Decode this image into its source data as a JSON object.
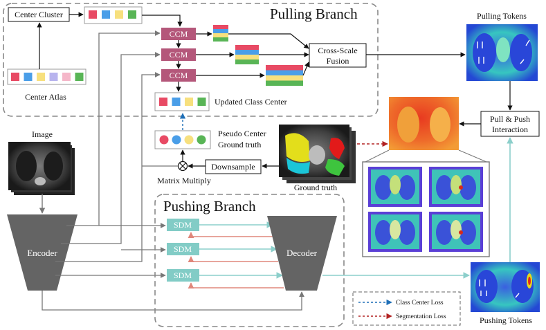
{
  "colors": {
    "ccm": "#b4577a",
    "sdm": "#82ccc6",
    "teal_arrow": "#8ccfcb",
    "red_arrow": "#e0877b",
    "blue_dash": "#1e6fb7",
    "red_dash": "#b22222",
    "trapezoid": "#646464"
  },
  "palette": {
    "atlas": [
      "#e84a64",
      "#4a9ee8",
      "#f7e07e",
      "#b8b4ee",
      "#f5b7c9",
      "#59b556"
    ],
    "cluster": [
      "#e84a64",
      "#4a9ee8",
      "#f7e07e",
      "#59b556"
    ],
    "pseudo_circles": [
      "#e84a64",
      "#4a9ee8",
      "#f7e07e",
      "#59b556"
    ]
  },
  "labels": {
    "center_cluster": "Center Cluster",
    "center_atlas": "Center Atlas",
    "pulling_branch": "Pulling Branch",
    "pushing_branch": "Pushing Branch",
    "ccm": "CCM",
    "sdm": "SDM",
    "cross_scale_1": "Cross-Scale",
    "cross_scale_2": "Fusion",
    "updated_class_center": "Updated Class Center",
    "pseudo_center_1": "Pseudo Center",
    "pseudo_center_2": "Ground truth",
    "image": "Image",
    "encoder": "Encoder",
    "decoder": "Decoder",
    "downsample": "Downsample",
    "matrix_multiply": "Matrix Multiply",
    "ground_truth": "Ground truth",
    "pulling_tokens": "Pulling Tokens",
    "pushing_tokens": "Pushing Tokens",
    "pull_push_1": "Pull & Push",
    "pull_push_2": "Interaction"
  },
  "legend": {
    "class_center_loss": "Class Center Loss",
    "segmentation_loss": "Segmentation Loss"
  }
}
